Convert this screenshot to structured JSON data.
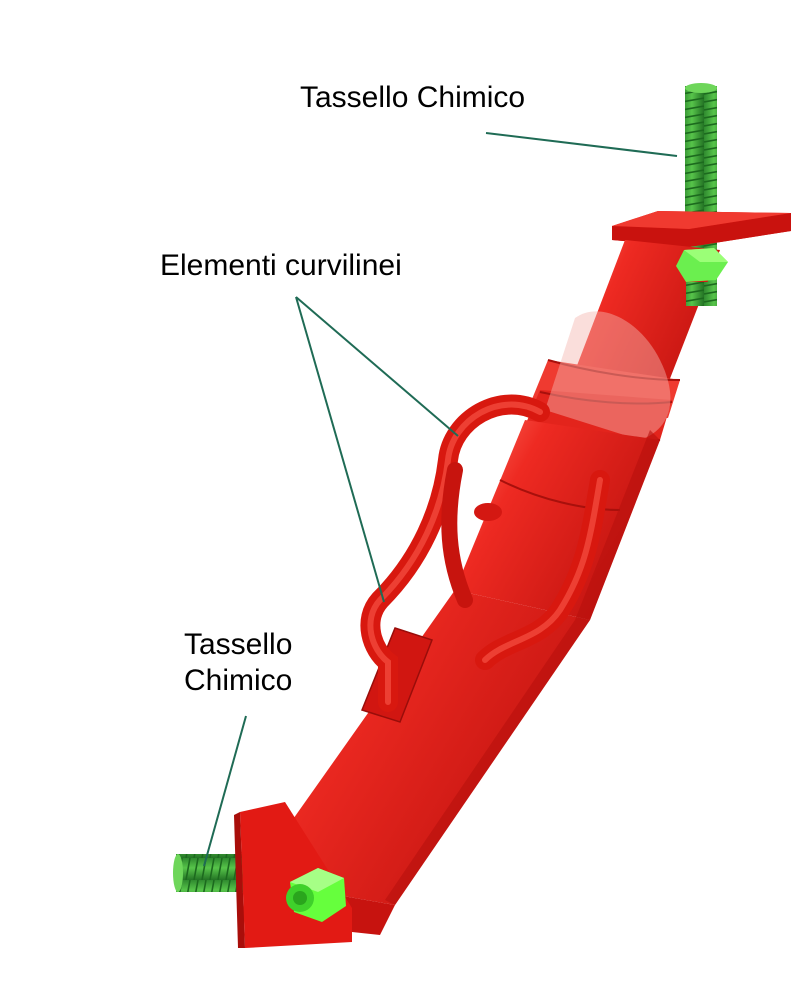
{
  "labels": {
    "top_anchor": "Tassello Chimico",
    "curved_elements": "Elementi curvilinei",
    "bottom_anchor_line1": "Tassello",
    "bottom_anchor_line2": "Chimico"
  },
  "colors": {
    "strut_red": "#e8201c",
    "strut_shadow": "#b10f0c",
    "strut_highlight": "#ff6a5c",
    "bolt_green": "#3aa83a",
    "bolt_dark": "#1f7a22",
    "bolt_bright": "#66ff44",
    "leader_line": "#1f6b55"
  }
}
